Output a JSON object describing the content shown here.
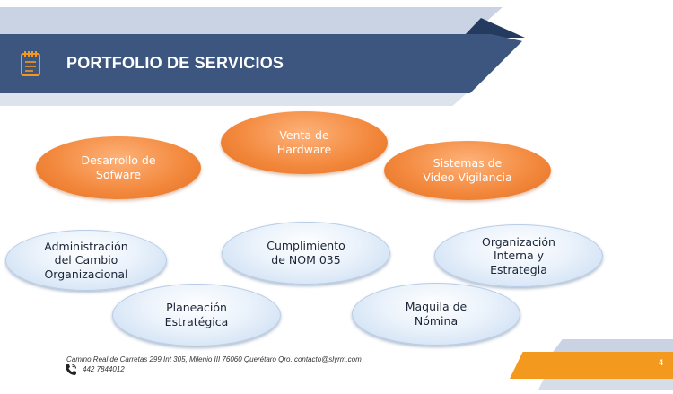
{
  "header": {
    "title": "PORTFOLIO DE SERVICIOS",
    "icon": "notepad-icon"
  },
  "colors": {
    "header_dark": "#3c5680",
    "header_light": "#c9d3e3",
    "accent_orange": "#f39a1e",
    "bubble_orange": "#f38a3f",
    "bubble_blue": "#eaf2fb"
  },
  "services": {
    "software": "Desarrollo de\nSofware",
    "hardware": "Venta de\nHardware",
    "video": "Sistemas de\nVideo Vigilancia",
    "admin": "Administración\ndel Cambio\nOrganizacional",
    "nom": "Cumplimiento\nde NOM 035",
    "org": "Organización\nInterna y\nEstrategia",
    "plan": "Planeación\nEstratégica",
    "maquila": "Maquila de\nNómina"
  },
  "footer": {
    "address": "Camino Real de Carretas 299 Int 305, Milenio III 76060 Querétaro Qro.",
    "email": "contacto@slyrm.com",
    "phone": "442 7844012",
    "phone_icon": "phone-icon",
    "page_number": "4"
  }
}
